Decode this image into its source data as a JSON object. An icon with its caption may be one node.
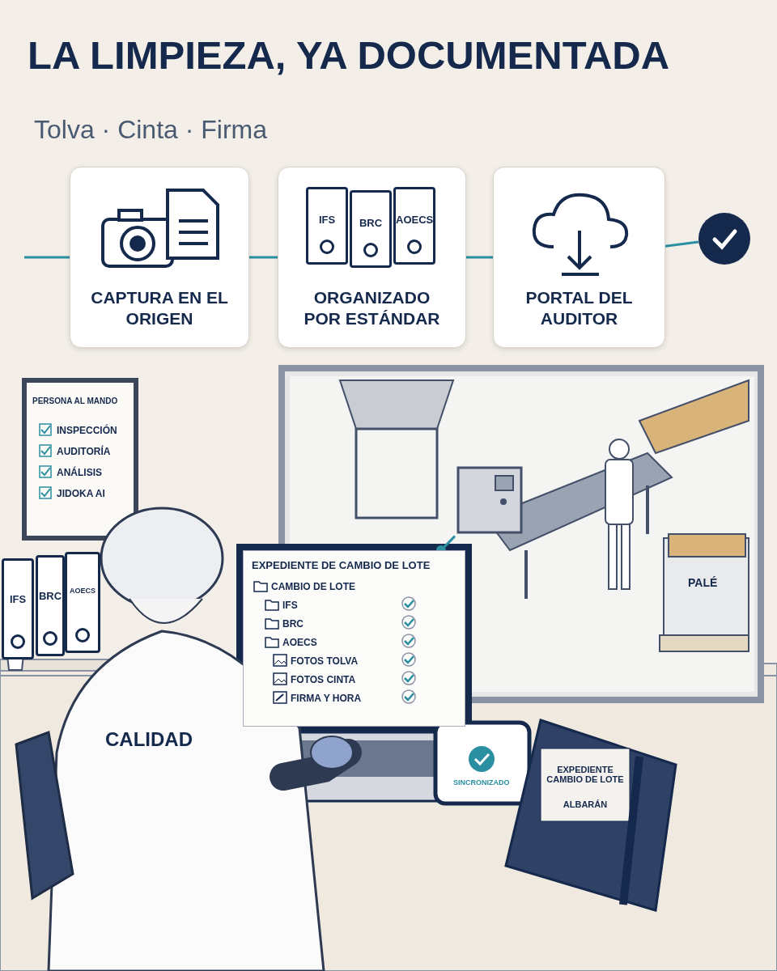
{
  "diagram": {
    "title": "LA LIMPIEZA, YA DOCUMENTADA",
    "nodes": [
      {
        "text": [
          "CAPTURA EN EL ORIGEN"
        ]
      },
      {
        "text": [
          "IFS",
          "BRC",
          "AOECS",
          "ORGANIZADO POR ESTÁNDAR"
        ]
      },
      {
        "text": [
          "PORTAL DEL AUDITOR"
        ]
      },
      {
        "text": [],
        "shape": "circle"
      },
      {
        "text": [
          "EXPEDIENTE DE CAMBIO DE LOTE",
          "CAMBIO DE LOTE",
          "IFS",
          "BRC",
          "AOECS",
          "FOTOS TOLVA",
          "FOTOS CINTA",
          "FIRMA Y HORA"
        ]
      },
      {
        "text": [],
        "shape": "picture"
      }
    ],
    "edges": [
      {
        "from": null,
        "to": 0,
        "arrow": "none"
      },
      {
        "from": 0,
        "to": 1,
        "arrow": "none"
      },
      {
        "from": 1,
        "to": 2,
        "arrow": "none"
      },
      {
        "from": 2,
        "to": 3,
        "arrow": "none"
      },
      {
        "from": 4,
        "to": 5,
        "arrow": "other"
      }
    ],
    "labels": [
      "Tolva · Cinta · Firma",
      "PERSONA AL MANDO",
      "INSPECCIÓN",
      "AUDITORÍA",
      "ANÁLISIS",
      "JIDOKA AI",
      "PALÉ",
      "IFS",
      "BRC",
      "AOECS",
      "CALIDAD",
      "SINCRONIZADO",
      "EXPEDIENTE CAMBIO DE LOTE",
      "ALBARÁN"
    ]
  }
}
